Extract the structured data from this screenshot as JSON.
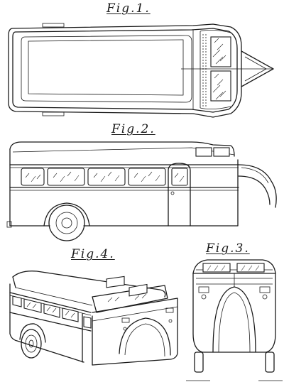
{
  "figures": {
    "fig1": {
      "label": "Fig.1."
    },
    "fig2": {
      "label": "Fig.2."
    },
    "fig3": {
      "label": "Fig.3."
    },
    "fig4": {
      "label": "Fig.4."
    }
  }
}
